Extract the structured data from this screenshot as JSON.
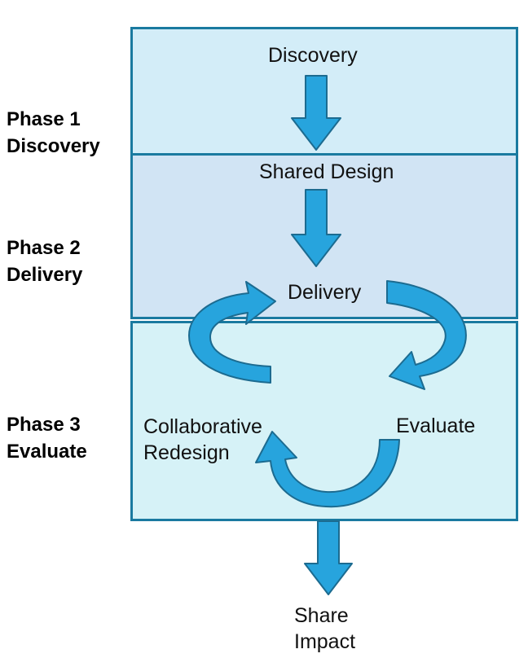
{
  "colors": {
    "band_1_fill": "#d3edf8",
    "band_2_fill": "#d1e4f4",
    "band_3_fill": "#d6f2f7",
    "band_border": "#1a7aa0",
    "arrow_fill": "#27a4dd",
    "arrow_stroke": "#1c6b90"
  },
  "phases": [
    {
      "line1": "Phase 1",
      "line2": "Discovery"
    },
    {
      "line1": "Phase 2",
      "line2": "Delivery"
    },
    {
      "line1": "Phase 3",
      "line2": "Evaluate"
    }
  ],
  "nodes": {
    "discovery": "Discovery",
    "shared_design": "Shared Design",
    "delivery": "Delivery",
    "evaluate": "Evaluate",
    "collaborative_redesign": {
      "line1": "Collaborative",
      "line2": "Redesign"
    },
    "share_impact": {
      "line1": "Share",
      "line2": "Impact"
    }
  }
}
